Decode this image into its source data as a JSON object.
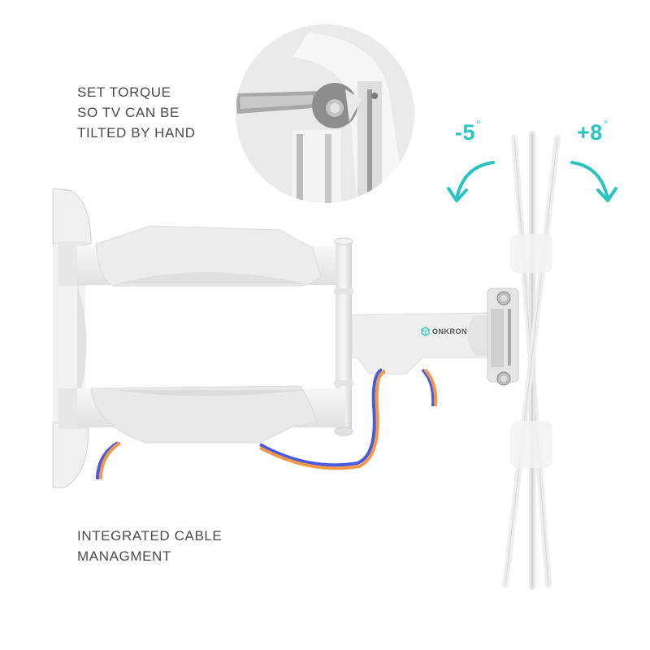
{
  "product": {
    "brand": "ONKRON",
    "brand_color": "#2cc4c0"
  },
  "captions": {
    "torque": [
      "SET TORQUE",
      "SO TV CAN BE",
      "TILTED BY HAND"
    ],
    "cable": [
      "INTEGRATED CABLE",
      "MANAGMENT"
    ]
  },
  "tilt": {
    "negative": {
      "value": "-5",
      "unit": "°",
      "direction": "counter-clockwise"
    },
    "positive": {
      "value": "+8",
      "unit": "°",
      "direction": "clockwise"
    },
    "accent_color": "#2cc4c0"
  },
  "illustration": {
    "inset_detail": "wrench-tightening-bolt",
    "cable_colors": [
      "#f29a4a",
      "#4a5ae0"
    ],
    "mount_color": "#eeeeee"
  }
}
